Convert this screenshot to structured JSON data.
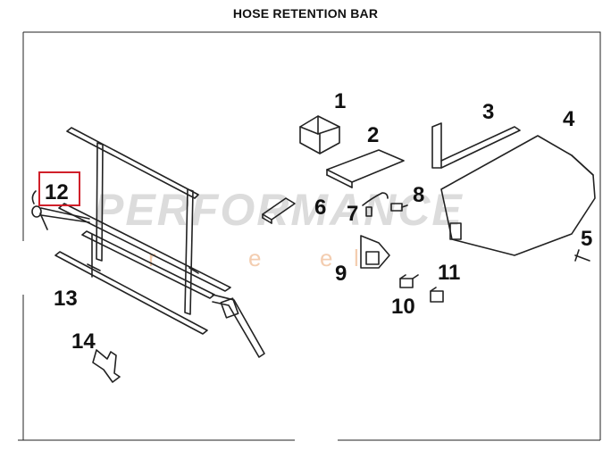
{
  "title": "HOSE RETENTION BAR",
  "watermark": {
    "text": "PERFORMANCE",
    "letters": [
      "r",
      "e",
      "e",
      "l"
    ]
  },
  "callouts": [
    "1",
    "2",
    "3",
    "4",
    "5",
    "6",
    "7",
    "8",
    "9",
    "10",
    "11",
    "12",
    "13",
    "14"
  ],
  "highlight": {
    "callout": "12",
    "color": "#d0202a"
  }
}
